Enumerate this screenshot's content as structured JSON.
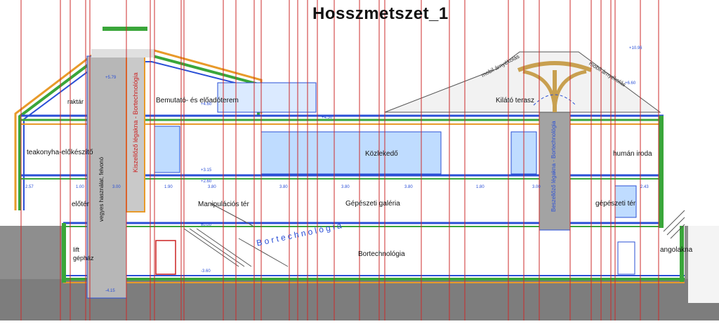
{
  "title": "Hosszmetszet_1",
  "rooms": {
    "raktar": "raktár",
    "teakonyha": "teakonyha-előkészítő",
    "eloter": "előtér",
    "lift": "lift",
    "gephaz": "gépház",
    "bemutato": "Bemutató- és előadóterem",
    "kozlekedo": "Közlekedő",
    "manipulacios": "Manipulációs tér",
    "gepeszeti_galeria": "Gépészeti galéria",
    "bortechnologia": "Bortechnológia",
    "kilato": "Kilátó terasz",
    "human": "humán iroda",
    "gepeszeti_ter": "gépészeti tér",
    "angolakna": "angolakna",
    "bortechnologia_watermark": "B o r t e c h n o l ó g i a"
  },
  "shafts": {
    "left_inner": "Kiszellőző légakna - Bortechnológia",
    "left_outer": "vegyes használat, felvonó",
    "right": "Beszellőző légakna - Bortechnológia"
  },
  "roof_notes": {
    "mobil1": "mobil árnyékolás",
    "mobil2": "mobil árnyékolás"
  },
  "levels": {
    "top_right": "+10.96",
    "l1": "+6.60",
    "l2": "+5.79",
    "l3": "+4.60",
    "l4": "+4.50",
    "l5": "+3.15",
    "l6": "+2.60",
    "l7": "±0.00",
    "l8": "-3.60",
    "l9": "-4.15"
  },
  "dims": [
    "2.57",
    "1.00",
    "3.00",
    "1.90",
    "3.80",
    "3.80",
    "3.80",
    "3.80",
    "1.80",
    "3.00",
    "2.43"
  ],
  "colors": {
    "gridline": "#cc2b2b",
    "wall_blue": "#2a4fd6",
    "insulation_green": "#3aa63a",
    "insulation_orange": "#e89a2a",
    "ground": "#8e8e8e",
    "glass": "#bfdcff",
    "roof_wood": "#c8a050"
  }
}
